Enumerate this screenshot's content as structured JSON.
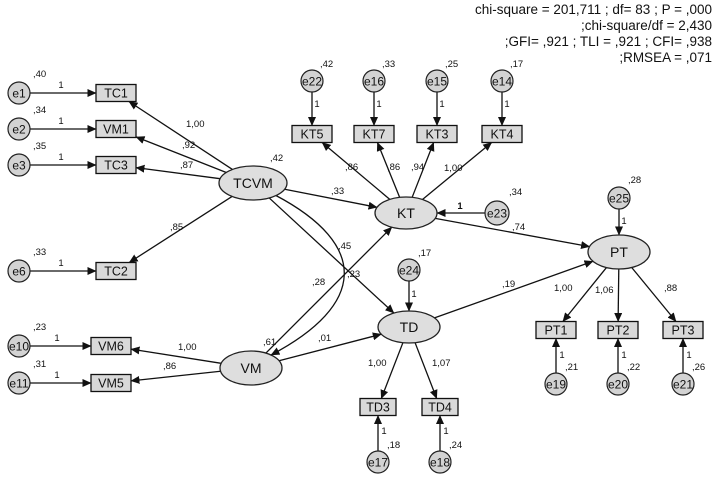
{
  "fit_stats": {
    "line1": "chi-square = 201,711 ; df= 83 ; P = ,000",
    "line2": ";chi-square/df = 2,430",
    "line3": ";GFI= ,921 ; TLI = ,921 ; CFI= ,938",
    "line4": ";RMSEA = ,071"
  },
  "latents": [
    {
      "id": "TCVM",
      "label": "TCVM",
      "variance": ",42"
    },
    {
      "id": "KT",
      "label": "KT",
      "variance": ""
    },
    {
      "id": "VM",
      "label": "VM",
      "variance": ",61"
    },
    {
      "id": "TD",
      "label": "TD",
      "variance": ""
    },
    {
      "id": "PT",
      "label": "PT",
      "variance": ""
    }
  ],
  "indicators": [
    {
      "id": "TC1",
      "label": "TC1"
    },
    {
      "id": "VM1",
      "label": "VM1"
    },
    {
      "id": "TC3",
      "label": "TC3"
    },
    {
      "id": "TC2",
      "label": "TC2"
    },
    {
      "id": "VM6",
      "label": "VM6"
    },
    {
      "id": "VM5",
      "label": "VM5"
    },
    {
      "id": "KT5",
      "label": "KT5"
    },
    {
      "id": "KT7",
      "label": "KT7"
    },
    {
      "id": "KT3",
      "label": "KT3"
    },
    {
      "id": "KT4",
      "label": "KT4"
    },
    {
      "id": "TD3",
      "label": "TD3"
    },
    {
      "id": "TD4",
      "label": "TD4"
    },
    {
      "id": "PT1",
      "label": "PT1"
    },
    {
      "id": "PT2",
      "label": "PT2"
    },
    {
      "id": "PT3",
      "label": "PT3"
    }
  ],
  "errors": [
    {
      "id": "e1",
      "label": "e1",
      "variance": ",40",
      "target": "TC1",
      "weight": "1"
    },
    {
      "id": "e2",
      "label": "e2",
      "variance": ",34",
      "target": "VM1",
      "weight": "1"
    },
    {
      "id": "e3",
      "label": "e3",
      "variance": ",35",
      "target": "TC3",
      "weight": "1"
    },
    {
      "id": "e6",
      "label": "e6",
      "variance": ",33",
      "target": "TC2",
      "weight": "1"
    },
    {
      "id": "e10",
      "label": "e10",
      "variance": ",23",
      "target": "VM6",
      "weight": "1"
    },
    {
      "id": "e11",
      "label": "e11",
      "variance": ",31",
      "target": "VM5",
      "weight": "1"
    },
    {
      "id": "e22",
      "label": "e22",
      "variance": ",42",
      "target": "KT5",
      "weight": "1"
    },
    {
      "id": "e16",
      "label": "e16",
      "variance": ",33",
      "target": "KT7",
      "weight": "1"
    },
    {
      "id": "e15",
      "label": "e15",
      "variance": ",25",
      "target": "KT3",
      "weight": "1"
    },
    {
      "id": "e14",
      "label": "e14",
      "variance": ",17",
      "target": "KT4",
      "weight": "1"
    },
    {
      "id": "e23",
      "label": "e23",
      "variance": ",34",
      "target": "KT",
      "weight": "1"
    },
    {
      "id": "e24",
      "label": "e24",
      "variance": ",17",
      "target": "TD",
      "weight": "1"
    },
    {
      "id": "e25",
      "label": "e25",
      "variance": ",28",
      "target": "PT",
      "weight": "1"
    },
    {
      "id": "e17",
      "label": "e17",
      "variance": ",18",
      "target": "TD3",
      "weight": "1"
    },
    {
      "id": "e18",
      "label": "e18",
      "variance": ",24",
      "target": "TD4",
      "weight": "1"
    },
    {
      "id": "e19",
      "label": "e19",
      "variance": ",21",
      "target": "PT1",
      "weight": "1"
    },
    {
      "id": "e20",
      "label": "e20",
      "variance": ",22",
      "target": "PT2",
      "weight": "1"
    },
    {
      "id": "e21",
      "label": "e21",
      "variance": ",26",
      "target": "PT3",
      "weight": "1"
    }
  ],
  "loadings": [
    {
      "from": "TCVM",
      "to": "TC1",
      "value": "1,00"
    },
    {
      "from": "TCVM",
      "to": "VM1",
      "value": ",92"
    },
    {
      "from": "TCVM",
      "to": "TC3",
      "value": ",87"
    },
    {
      "from": "TCVM",
      "to": "TC2",
      "value": ",85"
    },
    {
      "from": "VM",
      "to": "VM6",
      "value": "1,00"
    },
    {
      "from": "VM",
      "to": "VM5",
      "value": ",86"
    },
    {
      "from": "KT",
      "to": "KT5",
      "value": ",86"
    },
    {
      "from": "KT",
      "to": "KT7",
      "value": ",86"
    },
    {
      "from": "KT",
      "to": "KT3",
      "value": ",94"
    },
    {
      "from": "KT",
      "to": "KT4",
      "value": "1,00"
    },
    {
      "from": "TD",
      "to": "TD3",
      "value": "1,00"
    },
    {
      "from": "TD",
      "to": "TD4",
      "value": "1,07"
    },
    {
      "from": "PT",
      "to": "PT1",
      "value": "1,00"
    },
    {
      "from": "PT",
      "to": "PT2",
      "value": "1,06"
    },
    {
      "from": "PT",
      "to": "PT3",
      "value": ",88"
    }
  ],
  "structural_paths": [
    {
      "from": "TCVM",
      "to": "KT",
      "value": ",33"
    },
    {
      "from": "TCVM",
      "to": "TD",
      "value": ",23"
    },
    {
      "from": "VM",
      "to": "KT",
      "value": ",28"
    },
    {
      "from": "VM",
      "to": "TD",
      "value": ",01"
    },
    {
      "from": "KT",
      "to": "PT",
      "value": ",74"
    },
    {
      "from": "TD",
      "to": "PT",
      "value": ",19"
    }
  ],
  "covariances": [
    {
      "between": [
        "TCVM",
        "VM"
      ],
      "value": ",45"
    }
  ]
}
